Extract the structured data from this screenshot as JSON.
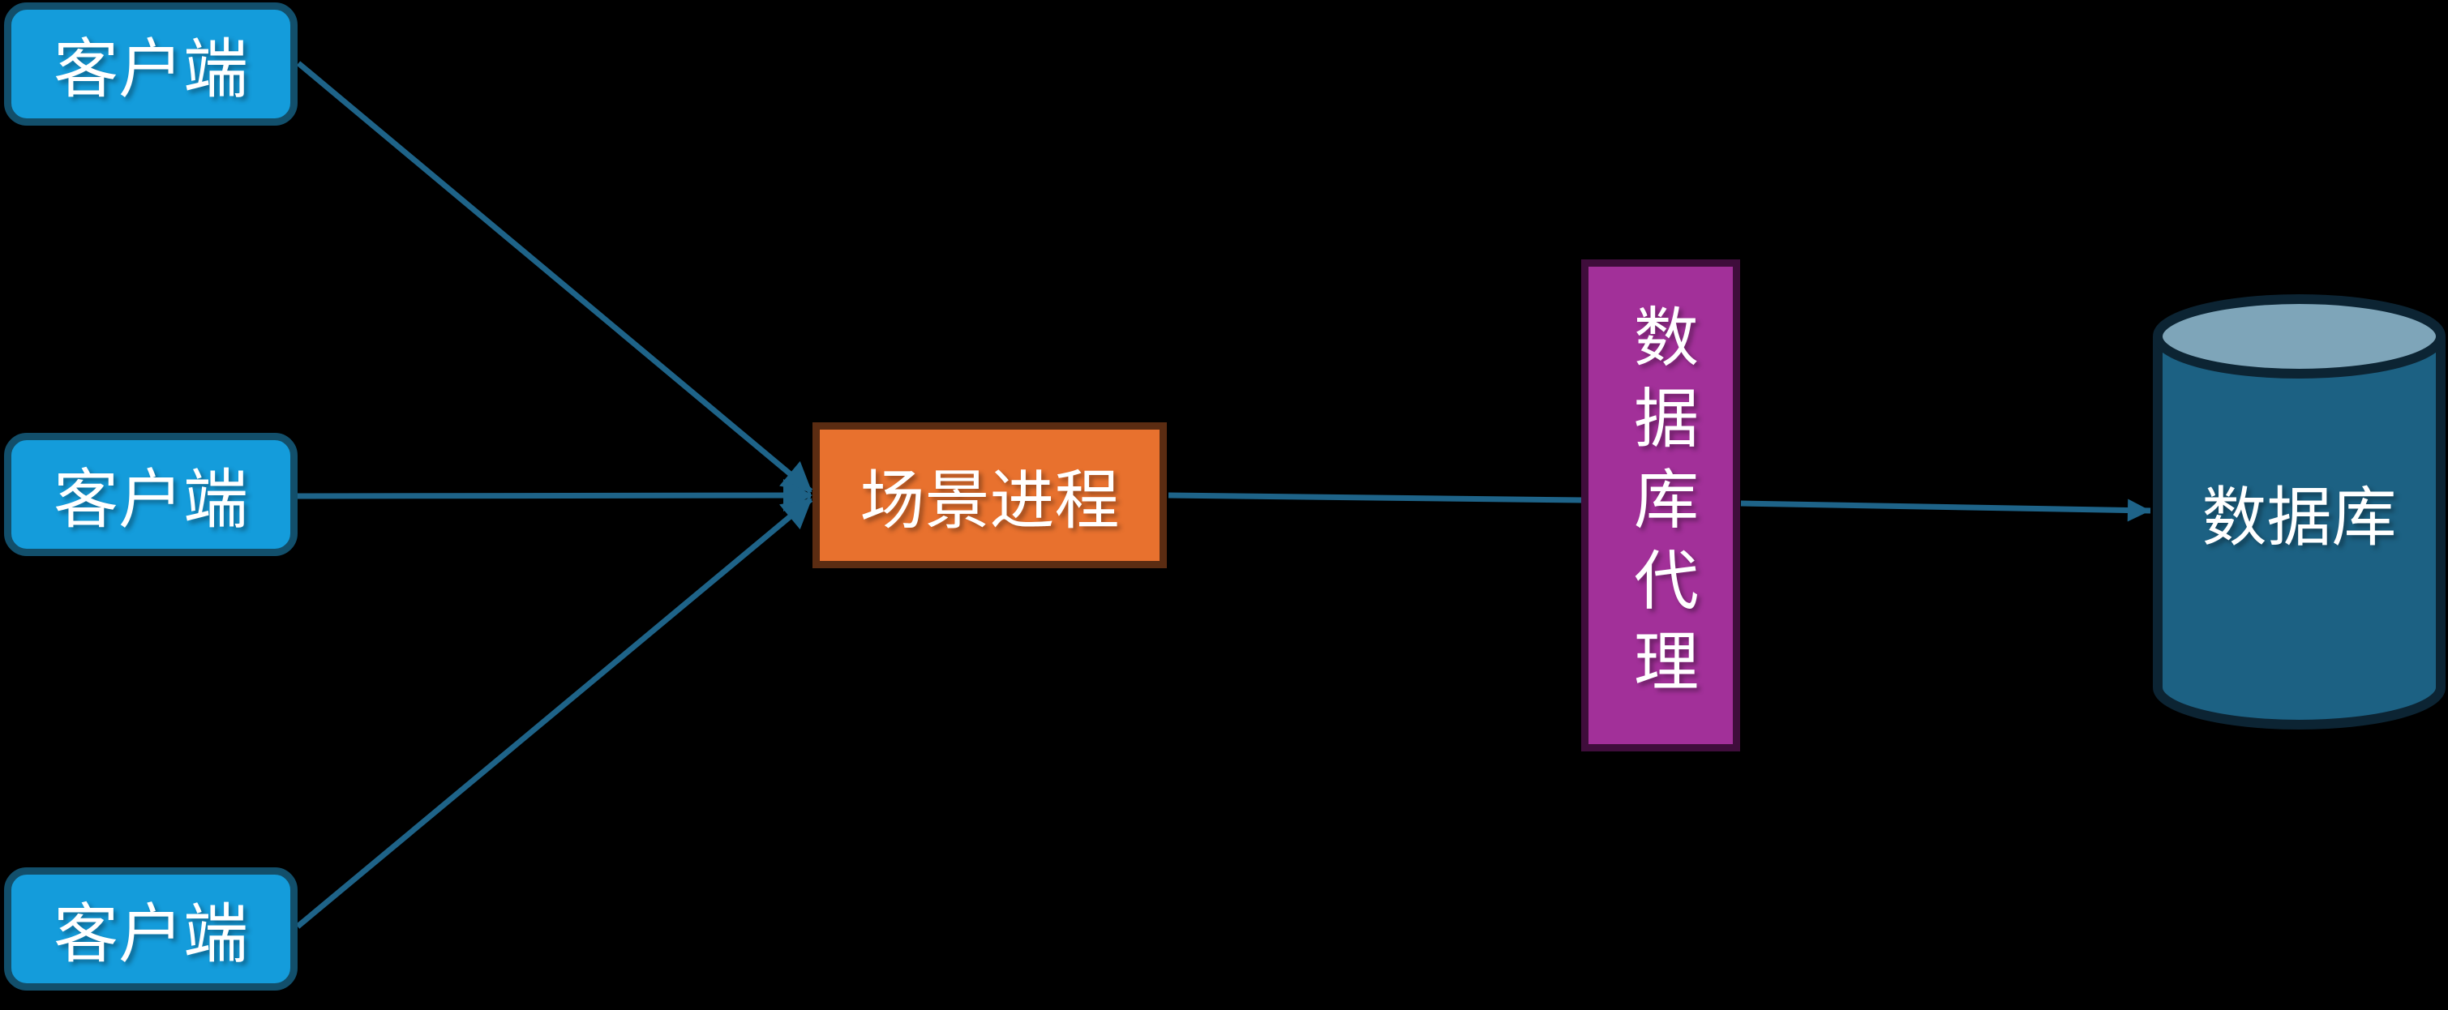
{
  "diagram": {
    "clients": [
      {
        "label": "客户端"
      },
      {
        "label": "客户端"
      },
      {
        "label": "客户端"
      }
    ],
    "process": {
      "label": "场景进程"
    },
    "proxy": {
      "label": "数据库代理"
    },
    "database": {
      "label": "数据库"
    }
  },
  "colors": {
    "background": "#000000",
    "clientFill": "#149CDB",
    "clientBorder": "#124F6B",
    "processFill": "#E8712E",
    "processBorder": "#5B2C12",
    "proxyFill": "#A23099",
    "proxyBorder": "#3F0D3B",
    "dbBody": "#1C6183",
    "dbTop": "#7EA5B9",
    "dbBorder": "#0C2433",
    "connector": "#1E6388",
    "textColor": "#FFFFFF"
  }
}
